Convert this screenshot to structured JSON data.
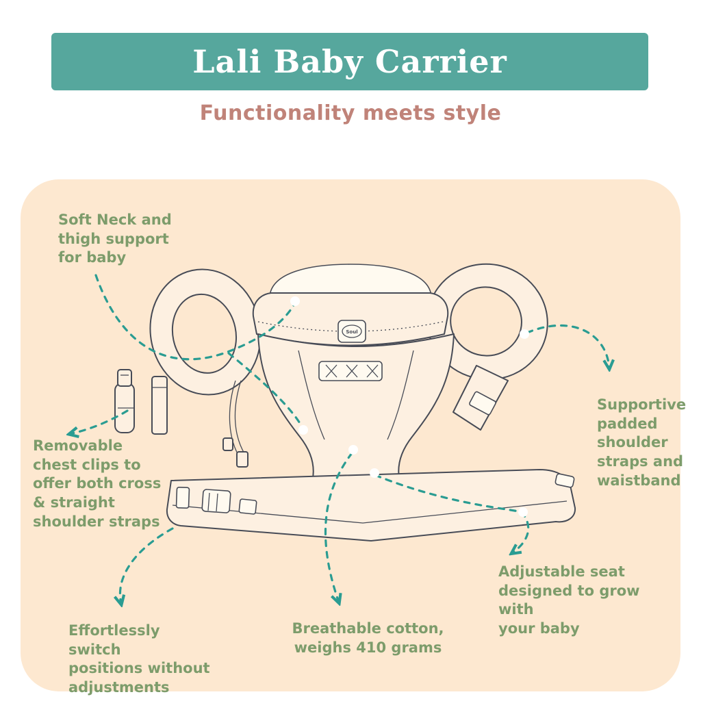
{
  "header": {
    "title": "Lali Baby Carrier",
    "subtitle": "Functionality meets style"
  },
  "illustration": {
    "logo_text": "Soul"
  },
  "callouts": {
    "neck_support": "Soft Neck and\nthigh support\nfor baby",
    "chest_clips": "Removable\nchest clips to\noffer both cross\n& straight\nshoulder straps",
    "shoulder_straps": "Supportive\npadded\nshoulder\nstraps and\nwaistband",
    "adjustable_seat": "Adjustable seat\ndesigned to grow with\nyour baby",
    "breathable": "Breathable cotton,\nweighs 410 grams",
    "switch_positions": "Effortlessly switch\npositions without\nadjustments"
  },
  "colors": {
    "banner": "#56a79d",
    "banner-text": "#ffffff",
    "subtitle": "#c08379",
    "panel": "#fde8d0",
    "label": "#7d9c6b",
    "arrow": "#2a9c92",
    "line": "#474b56"
  }
}
